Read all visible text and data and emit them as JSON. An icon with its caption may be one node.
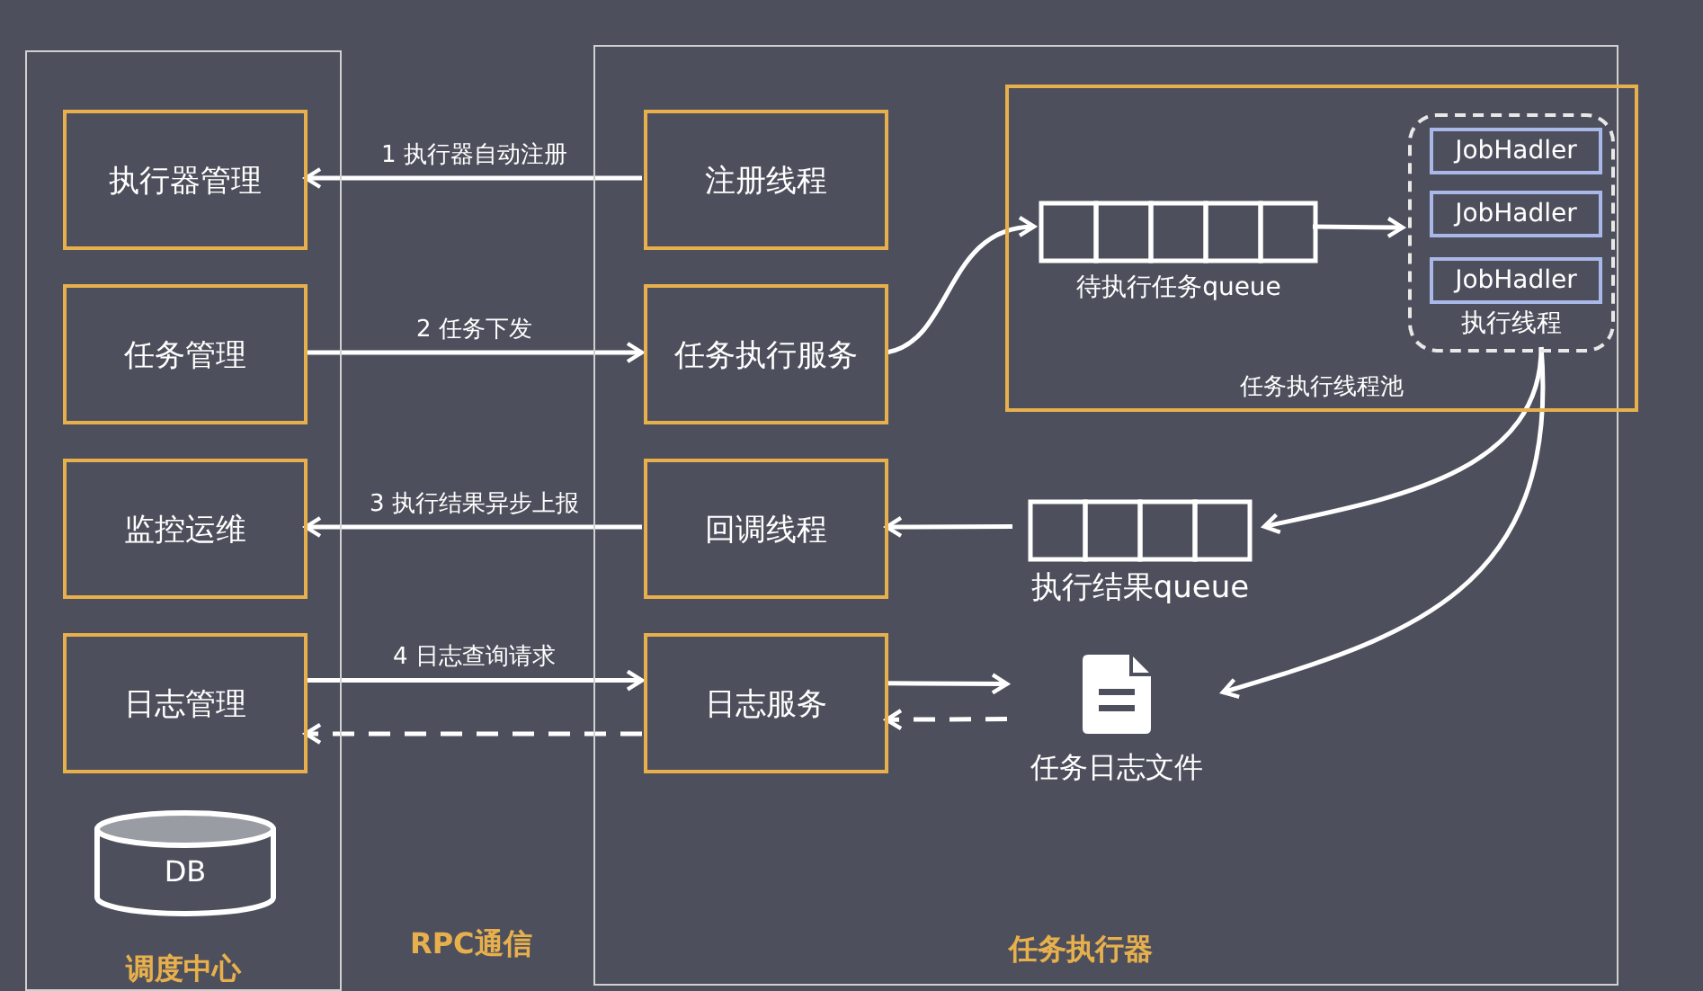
{
  "diagram": {
    "nodes": [
      {
        "text": [
          "调度中心"
        ]
      },
      {
        "text": [
          "执行器管理"
        ],
        "in": 0
      },
      {
        "text": [
          "任务管理"
        ],
        "in": 0
      },
      {
        "text": [
          "监控运维"
        ],
        "in": 0
      },
      {
        "text": [
          "日志管理"
        ],
        "in": 0
      },
      {
        "text": [
          "DB"
        ],
        "in": 0
      },
      {
        "text": [
          "任务执行器"
        ]
      },
      {
        "text": [
          "注册线程"
        ],
        "in": 6
      },
      {
        "text": [
          "任务执行服务"
        ],
        "in": 6
      },
      {
        "text": [
          "回调线程"
        ],
        "in": 6
      },
      {
        "text": [
          "日志服务"
        ],
        "in": 6
      },
      {
        "text": [
          "任务执行线程池"
        ],
        "in": 6
      },
      {
        "text": [
          "待执行任务queue"
        ],
        "in": 11
      },
      {
        "text": [
          "执行线程"
        ],
        "in": 11
      },
      {
        "text": [
          "JobHadler"
        ],
        "in": 13
      },
      {
        "text": [
          "JobHadler"
        ],
        "in": 13
      },
      {
        "text": [
          "JobHadler"
        ],
        "in": 13
      },
      {
        "text": [
          "执行结果queue"
        ],
        "in": 6
      },
      {
        "text": [
          "任务日志文件"
        ],
        "in": 6
      }
    ],
    "edges": [
      {
        "from": 7,
        "to": 1,
        "arrow": "to",
        "label": "1 执行器自动注册"
      },
      {
        "from": 2,
        "to": 8,
        "arrow": "to",
        "label": "2 任务下发"
      },
      {
        "from": 9,
        "to": 3,
        "arrow": "to",
        "label": "3 执行结果异步上报"
      },
      {
        "from": 4,
        "to": 10,
        "arrow": "to",
        "label": "4 日志查询请求"
      },
      {
        "from": 10,
        "to": 4,
        "arrow": "to",
        "style": "dashed"
      },
      {
        "from": 8,
        "to": 12,
        "arrow": "to"
      },
      {
        "from": 12,
        "to": 13,
        "arrow": "to"
      },
      {
        "from": 13,
        "to": 17,
        "arrow": "to"
      },
      {
        "from": 17,
        "to": 9,
        "arrow": "to"
      },
      {
        "from": 13,
        "to": 18,
        "arrow": "to"
      },
      {
        "from": 10,
        "to": 18,
        "arrow": "to"
      },
      {
        "from": 18,
        "to": 10,
        "arrow": "to",
        "style": "dashed"
      }
    ],
    "labels": [
      "RPC通信"
    ]
  }
}
